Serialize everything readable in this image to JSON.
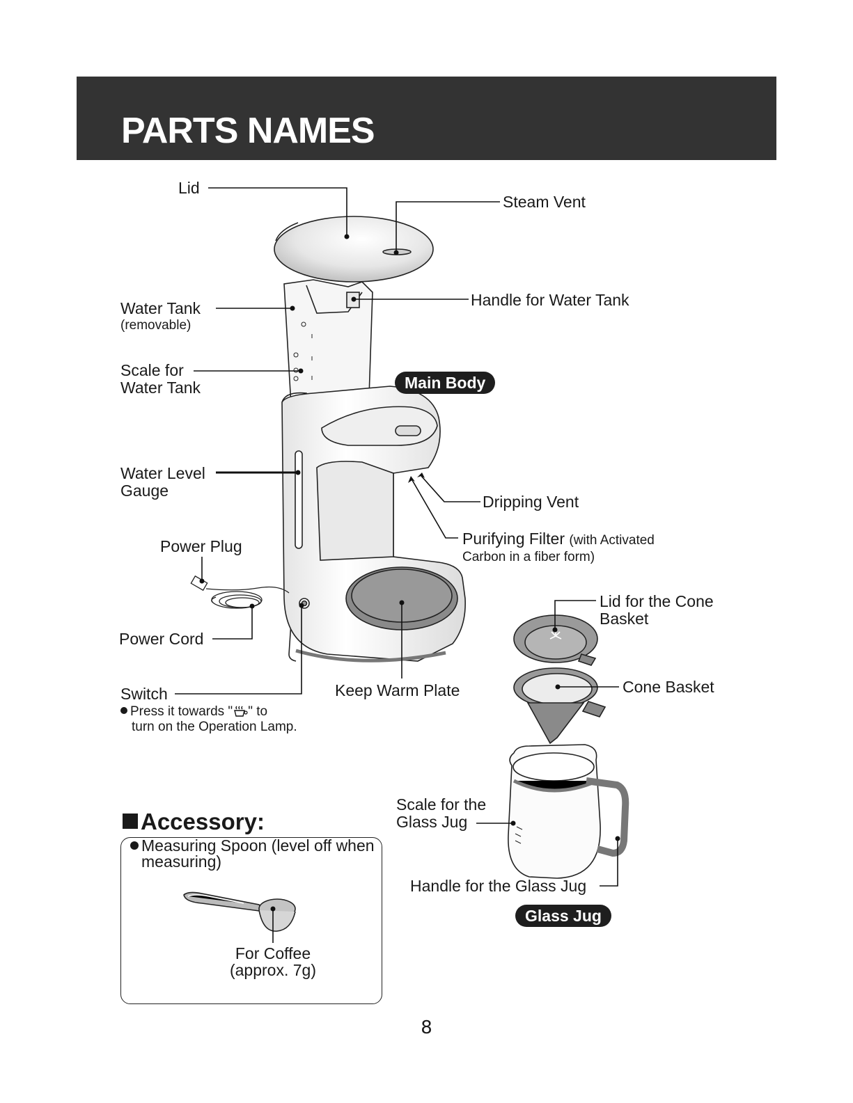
{
  "header": {
    "title": "PARTS NAMES"
  },
  "badges": {
    "main_body": "Main Body",
    "glass_jug": "Glass Jug"
  },
  "labels": {
    "lid": "Lid",
    "steam_vent": "Steam Vent",
    "water_tank": "Water Tank",
    "water_tank_note": "(removable)",
    "handle_water_tank": "Handle for Water Tank",
    "scale_water_tank_1": "Scale for",
    "scale_water_tank_2": "Water Tank",
    "water_level_1": "Water Level",
    "water_level_2": "Gauge",
    "dripping_vent": "Dripping Vent",
    "purifying_filter_main": "Purifying Filter",
    "purifying_filter_note_1": "(with Activated",
    "purifying_filter_note_2": "Carbon in a fiber form)",
    "power_plug": "Power Plug",
    "power_cord": "Power Cord",
    "lid_cone_1": "Lid for the Cone",
    "lid_cone_2": "Basket",
    "cone_basket": "Cone Basket",
    "switch": "Switch",
    "switch_note_a": "Press it towards \"",
    "switch_note_b": "\" to",
    "switch_note_2": "turn on the Operation Lamp.",
    "keep_warm": "Keep Warm Plate",
    "scale_jug_1": "Scale for the",
    "scale_jug_2": "Glass Jug",
    "handle_jug": "Handle for the Glass Jug"
  },
  "accessory": {
    "title": "Accessory:",
    "item_1": "Measuring Spoon (level off when",
    "item_2": "measuring)",
    "spoon_label_1": "For Coffee",
    "spoon_label_2": "(approx. 7g)"
  },
  "page_number": "8",
  "icons": {
    "switch_icon": "steaming-cup-icon"
  },
  "colors": {
    "header_bg": "#333333",
    "badge_bg": "#1e1e1e"
  }
}
